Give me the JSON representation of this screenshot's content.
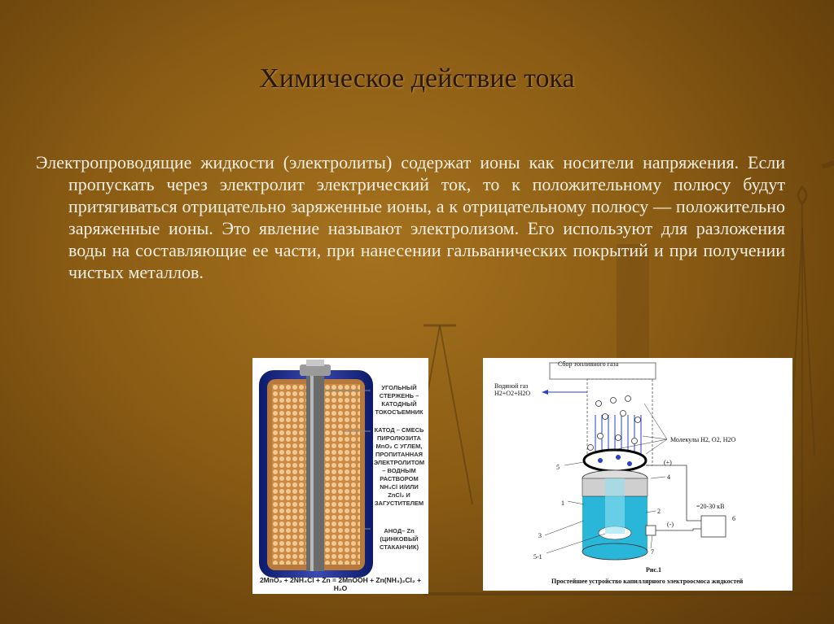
{
  "slide": {
    "title": "Химическое действие тока",
    "paragraph": "Электропроводящие жидкости (электролиты) содержат ионы как носители напряжения. Если пропускать через электролит электрический ток, то к положительному полюсу будут притягиваться отрицательно заряженные ионы, а к отрицательному полюсу — положительно заряженные ионы. Это явление называют электролизом. Его используют для разложения воды на составляющие ее части, при нанесении гальванических покрытий и при получении чистых металлов."
  },
  "battery": {
    "label_rod": "УГОЛЬНЫЙ СТЕРЖЕНЬ – КАТОДНЫЙ ТОКОСЪЕМНИК",
    "label_cathode": "КАТОД – СМЕСЬ ПИРОЛЮЗИТА MnO₂ С УГЛЕМ, ПРОПИТАННАЯ ЭЛЕКТРОЛИТОМ – ВОДНЫМ РАСТВОРОМ NH₄Cl И/ИЛИ ZnCl₂ И ЗАГУСТИТЕЛЕМ",
    "label_anode": "АНОД– Zn (ЦИНКОВЫЙ СТАКАНЧИК)",
    "formula": "2MnO₂ + 2NH₄Cl + Zn = 2MnOOH + Zn(NH₃)₂Cl₂ + H₂O"
  },
  "diagram": {
    "gas_collect": "Сбор топливного газа",
    "water_gas": "Водяной газ H2+O2+H2O",
    "molecules": "Молекулы H2, O2, H2O",
    "plus": "(+)",
    "minus": "(-)",
    "voltage": "=20-30 кВ",
    "n1": "1",
    "n2": "2",
    "n3": "3",
    "n4": "4",
    "n5": "5",
    "n51": "5-1",
    "n6": "6",
    "n7": "7",
    "fig": "Рис.1",
    "caption": "Простейшее устройство капиллярного электроосмоса жидкостей"
  },
  "colors": {
    "background": "#8a5c14",
    "title": "#2a1806",
    "text": "#f4efe2"
  }
}
